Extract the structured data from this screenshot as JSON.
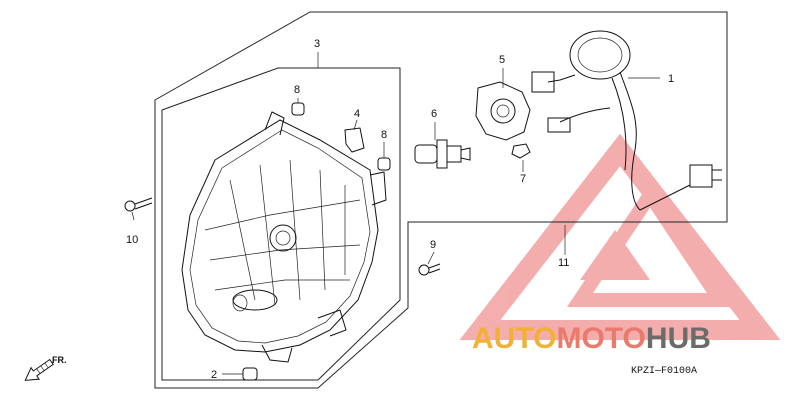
{
  "callouts": {
    "c1": "1",
    "c2": "2",
    "c3": "3",
    "c4": "4",
    "c5": "5",
    "c6": "6",
    "c7": "7",
    "c8a": "8",
    "c8b": "8",
    "c9": "9",
    "c10": "10",
    "c11": "11"
  },
  "direction_label": "FR.",
  "diagram_code": "KPZI—F0100A",
  "watermark": {
    "auto": "AUTO",
    "moto": "MOTO",
    "hub": "HUB",
    "colors": {
      "auto": "#f2b134",
      "moto": "#ea7a6c",
      "hub": "#6b6b6b",
      "triangle": "#e84b4b"
    }
  }
}
